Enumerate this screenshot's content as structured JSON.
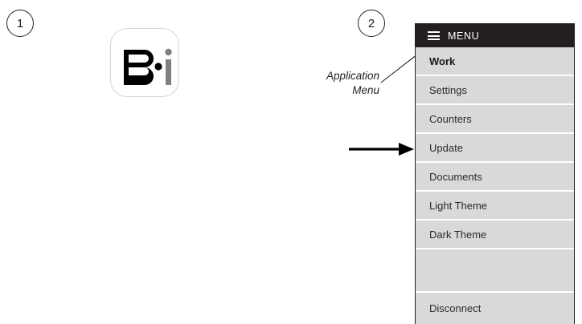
{
  "figure": {
    "steps": [
      {
        "number": "1",
        "caption": "app-icon"
      },
      {
        "number": "2",
        "caption": "application-menu"
      }
    ]
  },
  "app_icon": {
    "name": "B·i",
    "letter_b": "B",
    "separator_dot": "·",
    "letter_i": "i",
    "colors": {
      "letter_b": "#000000",
      "dot": "#000000",
      "letter_i": "#808080",
      "border": "#d5d5d5",
      "background": "#ffffff"
    }
  },
  "annotation": {
    "line1": "Application",
    "line2": "Menu",
    "points_to": "menu-hamburger-icon"
  },
  "pointer": {
    "points_to": "menu-item-update"
  },
  "menu": {
    "header": {
      "icon": "hamburger-icon",
      "label": "MENU",
      "background": "#231f20",
      "text_color": "#ffffff"
    },
    "row_background": "#d9d9d9",
    "divider_color": "#ffffff",
    "items": [
      {
        "label": "Work",
        "active": true,
        "spacer": false
      },
      {
        "label": "Settings",
        "active": false,
        "spacer": false
      },
      {
        "label": "Counters",
        "active": false,
        "spacer": false
      },
      {
        "label": "Update",
        "active": false,
        "spacer": false
      },
      {
        "label": "Documents",
        "active": false,
        "spacer": false
      },
      {
        "label": "Light Theme",
        "active": false,
        "spacer": false
      },
      {
        "label": "Dark Theme",
        "active": false,
        "spacer": false
      },
      {
        "label": "",
        "active": false,
        "spacer": true
      },
      {
        "label": "Disconnect",
        "active": false,
        "spacer": false
      }
    ]
  }
}
